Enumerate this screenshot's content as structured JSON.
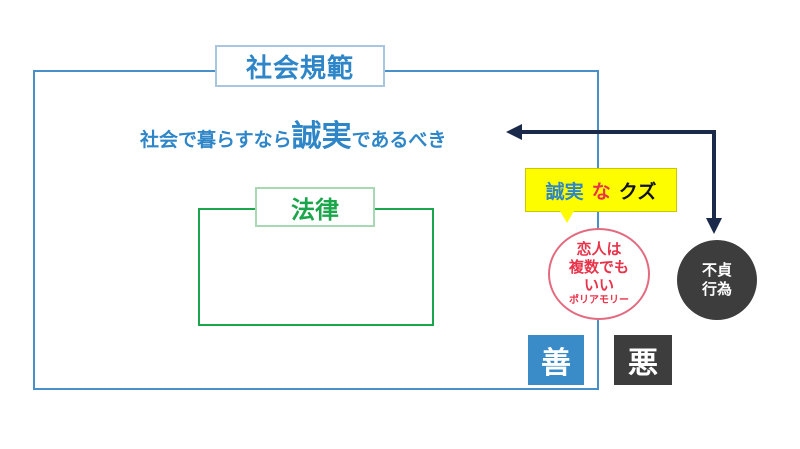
{
  "social_norms": {
    "title": "社会規範",
    "sentence_before": "社会で暮らすなら",
    "sentence_emphasis": "誠実",
    "sentence_after": "であるべき"
  },
  "law": {
    "title": "法律"
  },
  "callout": {
    "part1": "誠実",
    "part2": "な",
    "part3": "クズ"
  },
  "polyamory": {
    "line1": "恋人は",
    "line2": "複数でも",
    "line3": "いい",
    "line4": "ポリアモリー"
  },
  "misconduct": {
    "line1": "不貞",
    "line2": "行為"
  },
  "good_label": "善",
  "evil_label": "悪",
  "colors": {
    "norm_blue": "#2e86c8",
    "law_green": "#1aa64a",
    "callout_yellow": "#fdfd00",
    "accent_red": "#e8334a",
    "dark": "#3d3d3d",
    "arrow_navy": "#1b2a4a"
  }
}
